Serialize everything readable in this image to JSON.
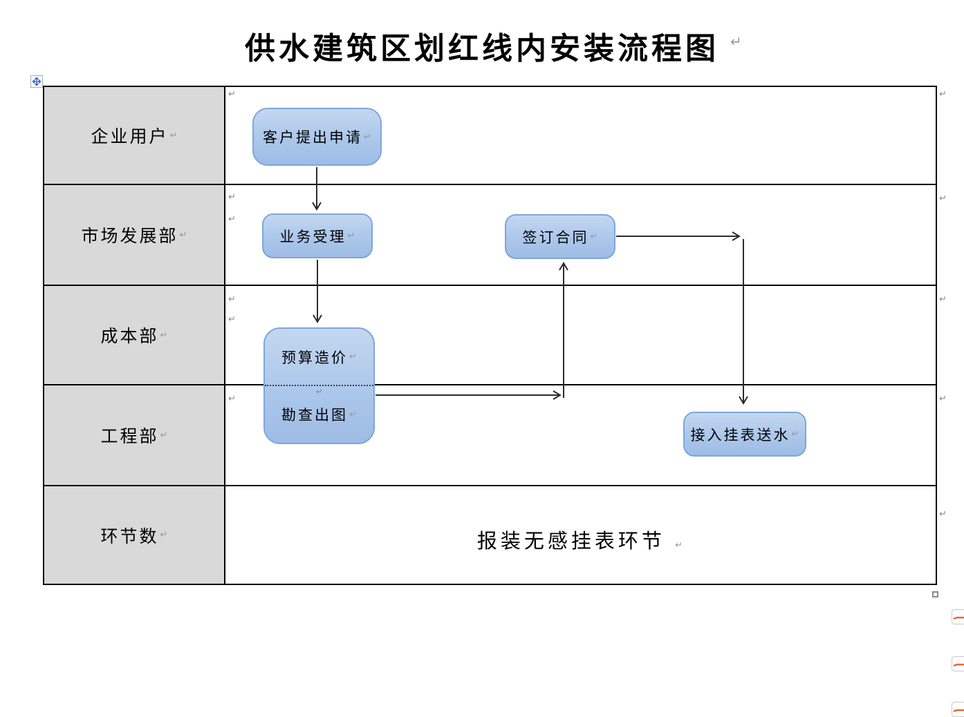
{
  "title": {
    "text": "供水建筑区划红线内安装流程图"
  },
  "glyphs": {
    "pilcrow": "↵"
  },
  "lanes": [
    {
      "label": "企业用户"
    },
    {
      "label": "市场发展部"
    },
    {
      "label": "成本部"
    },
    {
      "label": "工程部"
    },
    {
      "label": "环节数"
    }
  ],
  "nodes": {
    "apply": {
      "label": "客户提出申请"
    },
    "accept": {
      "label": "业务受理"
    },
    "contract": {
      "label": "签订合同"
    },
    "budget": {
      "label": "预算造价"
    },
    "survey": {
      "label": "勘查出图"
    },
    "connect": {
      "label": "接入挂表送水"
    }
  },
  "footer": {
    "text": "报装无感挂表环节"
  },
  "edges": [
    {
      "from": "客户提出申请",
      "to": "业务受理"
    },
    {
      "from": "业务受理",
      "to": "预算造价"
    },
    {
      "from": "勘查出图",
      "to": "签订合同"
    },
    {
      "from": "签订合同",
      "to": "接入挂表送水"
    }
  ],
  "colors": {
    "node_fill_top": "#c4d7f1",
    "node_fill_bottom": "#9ebce5",
    "node_border": "#7ea6dc",
    "lane_label_bg": "#d9d9d9",
    "table_border": "#000000",
    "arrow": "#2b2b2b",
    "formatting_mark": "#8a8a8a",
    "margin_icon_accent": "#e06a39"
  }
}
